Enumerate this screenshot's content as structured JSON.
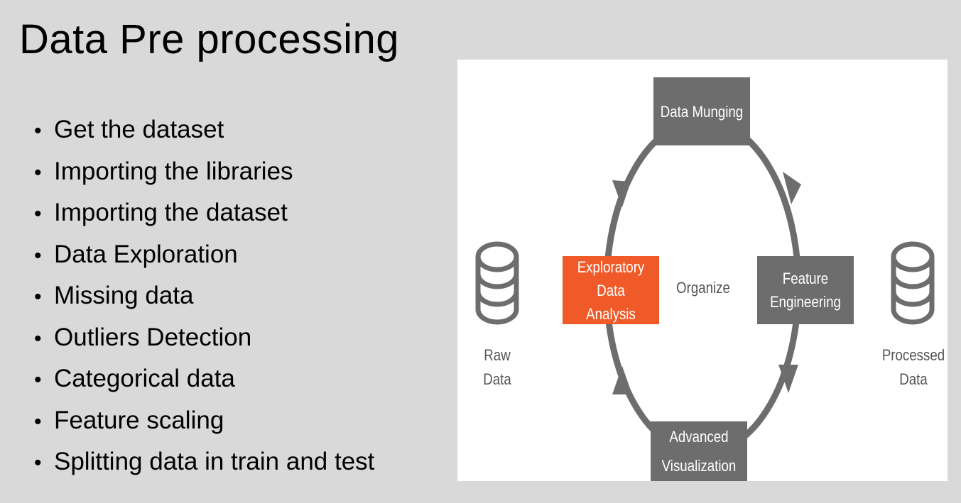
{
  "slide": {
    "title": "Data Pre processing",
    "bullets": [
      "Get the dataset",
      "Importing the libraries",
      "Importing the dataset",
      "Data Exploration",
      "Missing data",
      "Outliers Detection",
      "Categorical data",
      "Feature scaling",
      "Splitting data in train and test"
    ],
    "bullet_glyph": "•"
  },
  "diagram": {
    "nodes": {
      "top": "Data Munging",
      "left": [
        "Exploratory Data",
        "Analysis"
      ],
      "right": [
        "Feature",
        "Engineering"
      ],
      "bottom": [
        "Advanced",
        "Visualization"
      ]
    },
    "center_label": "Organize",
    "raw_label": [
      "Raw",
      "Data"
    ],
    "processed_label": [
      "Processed",
      "Data"
    ],
    "colors": {
      "grey": "#6d6d6d",
      "orange": "#f05a28",
      "db": "#6d6d6d"
    },
    "icons": [
      "database-icon",
      "database-icon"
    ]
  }
}
